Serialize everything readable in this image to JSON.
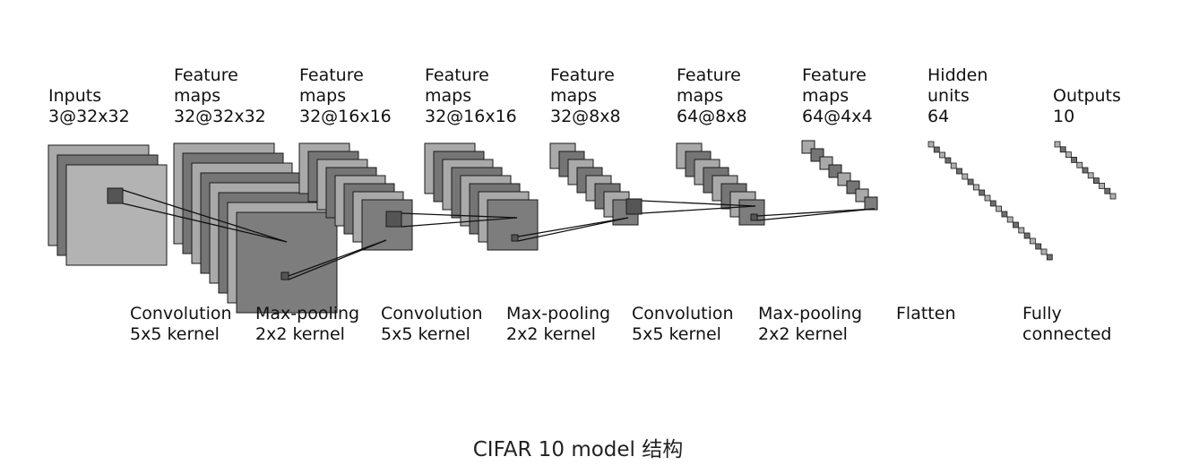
{
  "layers": [
    {
      "line1": "",
      "line2": "Inputs",
      "line3": "3@32x32"
    },
    {
      "line1": "Feature",
      "line2": "maps",
      "line3": "32@32x32"
    },
    {
      "line1": "Feature",
      "line2": "maps",
      "line3": "32@16x16"
    },
    {
      "line1": "Feature",
      "line2": "maps",
      "line3": "32@16x16"
    },
    {
      "line1": "Feature",
      "line2": "maps",
      "line3": "32@8x8"
    },
    {
      "line1": "Feature",
      "line2": "maps",
      "line3": "64@8x8"
    },
    {
      "line1": "Feature",
      "line2": "maps",
      "line3": "64@4x4"
    },
    {
      "line1": "Hidden",
      "line2": "units",
      "line3": "64"
    },
    {
      "line1": "",
      "line2": "Outputs",
      "line3": "10"
    }
  ],
  "operations": [
    {
      "line1": "Convolution",
      "line2": "5x5 kernel"
    },
    {
      "line1": "Max-pooling",
      "line2": "2x2 kernel"
    },
    {
      "line1": "Convolution",
      "line2": "5x5 kernel"
    },
    {
      "line1": "Max-pooling",
      "line2": "2x2 kernel"
    },
    {
      "line1": "Convolution",
      "line2": "5x5 kernel"
    },
    {
      "line1": "Max-pooling",
      "line2": "2x2 kernel"
    },
    {
      "line1": "Flatten",
      "line2": ""
    },
    {
      "line1": "Fully",
      "line2": "connected"
    }
  ],
  "caption": "CIFAR 10 model 结构"
}
